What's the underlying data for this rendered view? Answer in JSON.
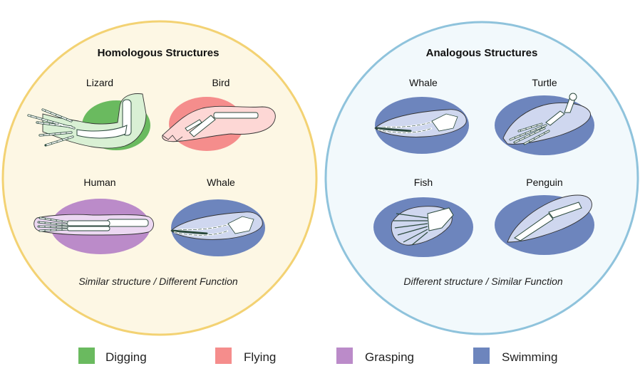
{
  "colors": {
    "digging": "#6aba5f",
    "flying": "#f58d8c",
    "grasping": "#bb8bc9",
    "swimming": "#6d85bd",
    "homologous_fill": "#fdf7e4",
    "homologous_stroke": "#f3d273",
    "analogous_fill": "#f2f9fc",
    "analogous_stroke": "#8fc3dc"
  },
  "homologous": {
    "title": "Homologous Structures",
    "caption": "Similar structure / Different Function",
    "animals": {
      "lizard": "Lizard",
      "bird": "Bird",
      "human": "Human",
      "whale": "Whale"
    }
  },
  "analogous": {
    "title": "Analogous Structures",
    "caption": "Different structure / Similar Function",
    "animals": {
      "whale": "Whale",
      "turtle": "Turtle",
      "fish": "Fish",
      "penguin": "Penguin"
    }
  },
  "legend": [
    {
      "label": "Digging",
      "color": "#6aba5f"
    },
    {
      "label": "Flying",
      "color": "#f58d8c"
    },
    {
      "label": "Grasping",
      "color": "#bb8bc9"
    },
    {
      "label": "Swimming",
      "color": "#6d85bd"
    }
  ]
}
